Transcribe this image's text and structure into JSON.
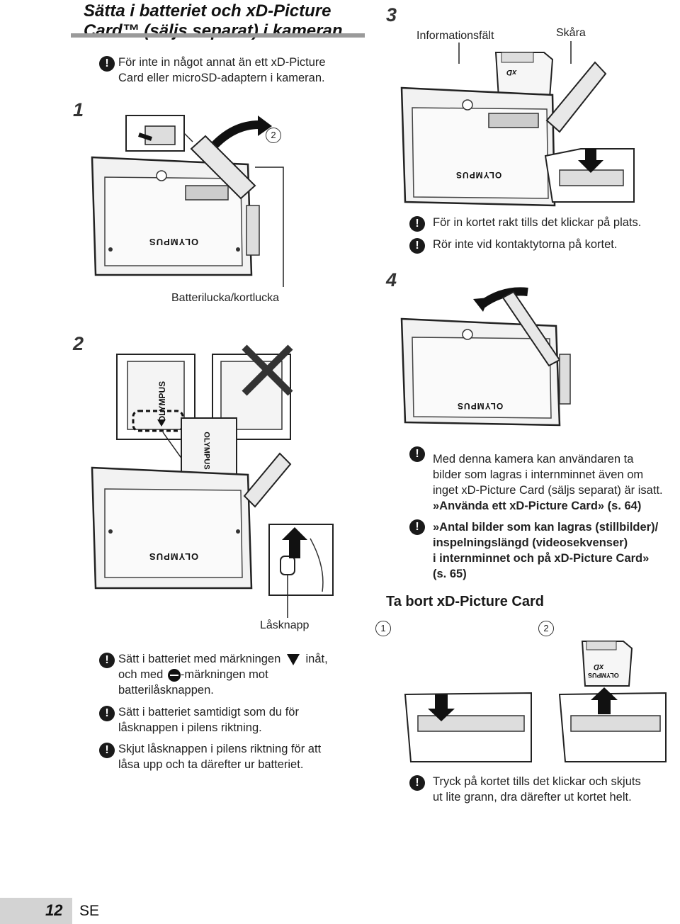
{
  "header": {
    "title_line1": "Sätta i batteriet och xD-Picture",
    "title_line2": "Card™ (säljs separat) i kameran"
  },
  "warning_top": {
    "line1": "För inte in något annat än ett xD-Picture",
    "line2": "Card eller microSD-adaptern i kameran."
  },
  "steps": {
    "s1": "1",
    "s2": "2",
    "s3": "3",
    "s4": "4"
  },
  "callouts": {
    "c1": "1",
    "c2": "2"
  },
  "labels": {
    "battery_door": "Batterilucka/kortlucka",
    "lock_knob": "Låsknapp",
    "info_field": "Informationsfält",
    "notch": "Skåra",
    "brand": "OLYMPUS",
    "xd_logo": "xD"
  },
  "warnings_right_top": [
    "För in kortet rakt tills det klickar på plats.",
    "Rör inte vid kontaktytorna på kortet."
  ],
  "warning_memory": {
    "line1": "Med denna kamera kan användaren ta",
    "line2": "bilder som lagras i internminnet även om",
    "line3": "inget xD-Picture Card (säljs separat) är isatt.",
    "line4": "»Använda ett xD-Picture Card» (s. 64)"
  },
  "warning_count": {
    "line1": "»Antal bilder som kan lagras (stillbilder)/",
    "line2": "inspelningslängd (videosekvenser)",
    "line3": "i internminnet och på xD-Picture Card»",
    "line4": "(s. 65)"
  },
  "battery_warnings": {
    "w1_pre": "Sätt i batteriet med märkningen",
    "w1_post": "inåt,",
    "w1_line2_pre": "och med",
    "w1_line2_post": "-märkningen mot",
    "w1_line3": "batterilåsknappen.",
    "w2_line1": "Sätt i batteriet samtidigt som du för",
    "w2_line2": "låsknappen i pilens riktning.",
    "w3_line1": "Skjut låsknappen i pilens riktning för att",
    "w3_line2": "låsa upp och ta därefter ur batteriet."
  },
  "remove_section": {
    "title": "Ta bort xD-Picture Card",
    "warn_line1": "Tryck på kortet tills det klickar och skjuts",
    "warn_line2": "ut lite grann, dra därefter ut kortet helt."
  },
  "footer": {
    "page": "12",
    "lang": "SE"
  }
}
